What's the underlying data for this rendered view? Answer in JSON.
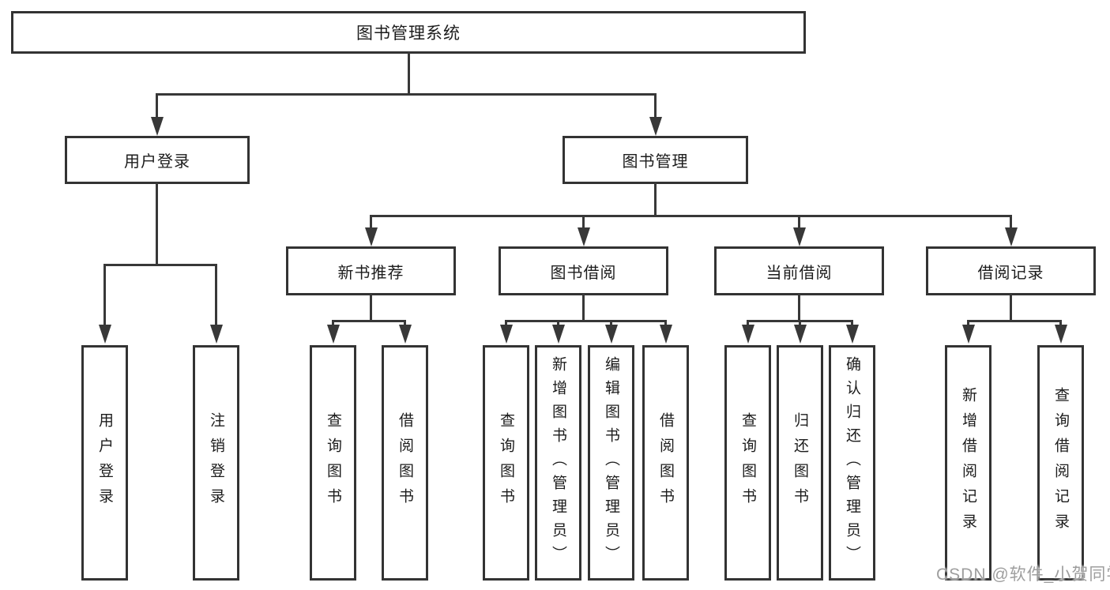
{
  "diagram": {
    "root": {
      "label": "图书管理系统"
    },
    "level2": [
      {
        "label": "用户登录"
      },
      {
        "label": "图书管理"
      }
    ],
    "level3": [
      {
        "label": "新书推荐"
      },
      {
        "label": "图书借阅"
      },
      {
        "label": "当前借阅"
      },
      {
        "label": "借阅记录"
      }
    ],
    "leaves": [
      {
        "label": "用户登录"
      },
      {
        "label": "注销登录"
      },
      {
        "label": "查询图书"
      },
      {
        "label": "借阅图书"
      },
      {
        "label": "查询图书"
      },
      {
        "label": "新增图书（管理员）"
      },
      {
        "label": "编辑图书（管理员）"
      },
      {
        "label": "借阅图书"
      },
      {
        "label": "查询图书"
      },
      {
        "label": "归还图书"
      },
      {
        "label": "确认归还（管理员）"
      },
      {
        "label": "新增借阅记录"
      },
      {
        "label": "查询借阅记录"
      }
    ],
    "colors": {
      "line": "#383838",
      "border": "#333333",
      "text": "#1c1c1c",
      "background": "#ffffff",
      "watermark": "#9e9e9e"
    }
  },
  "watermark": {
    "text": "CSDN @软件_小贺同学"
  }
}
